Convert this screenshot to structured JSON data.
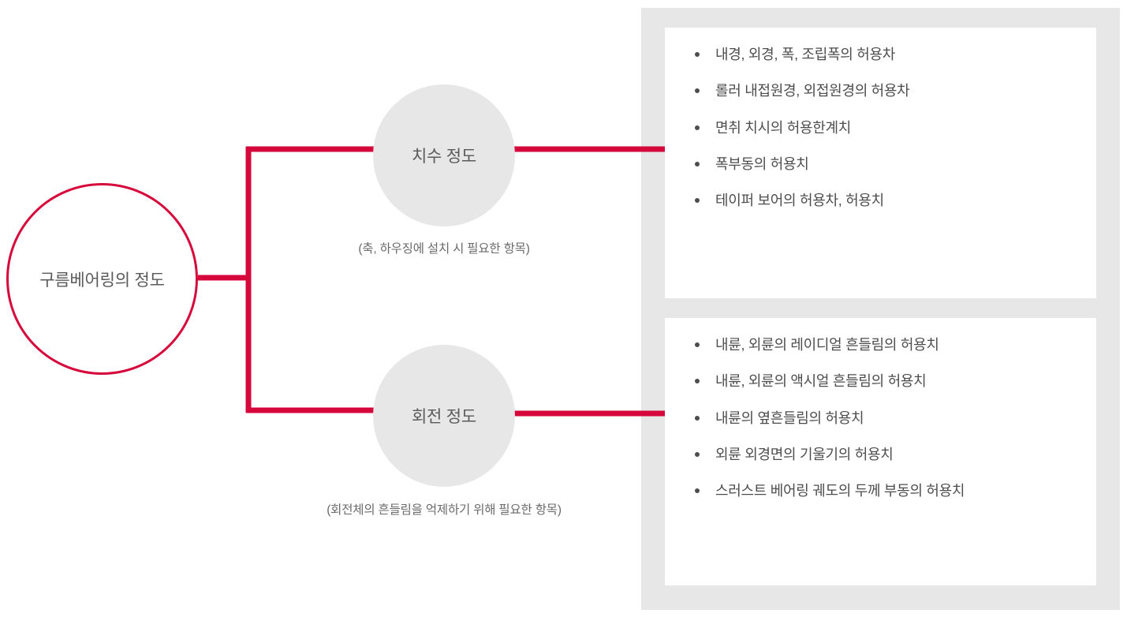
{
  "diagram": {
    "type": "mindmap",
    "accent_color": "#d6083b",
    "panel_color": "#e7e7e7",
    "card_color": "#ffffff",
    "text_color": "#4d4d4d",
    "root": {
      "label": "구름베어링의 정도"
    },
    "branches": [
      {
        "id": "dimensional",
        "label": "치수 정도",
        "caption": "(축, 하우징에 설치 시 필요한 항목)",
        "items": [
          "내경, 외경, 폭, 조립폭의 허용차",
          "롤러 내접원경, 외접원경의 허용차",
          "면취 치시의 허용한계치",
          "폭부동의 허용치",
          "테이퍼 보어의 허용차, 허용치"
        ]
      },
      {
        "id": "rotational",
        "label": "회전 정도",
        "caption": "(회전체의 흔들림을 억제하기 위해 필요한 항목)",
        "items": [
          "내륜, 외륜의 레이디얼 흔들림의 허용치",
          "내륜, 외륜의 액시얼 흔들림의 허용치",
          "내륜의 옆흔들림의 허용치",
          "외륜 외경면의 기울기의 허용치",
          "스러스트 베어링 궤도의 두께 부동의 허용치"
        ]
      }
    ]
  }
}
